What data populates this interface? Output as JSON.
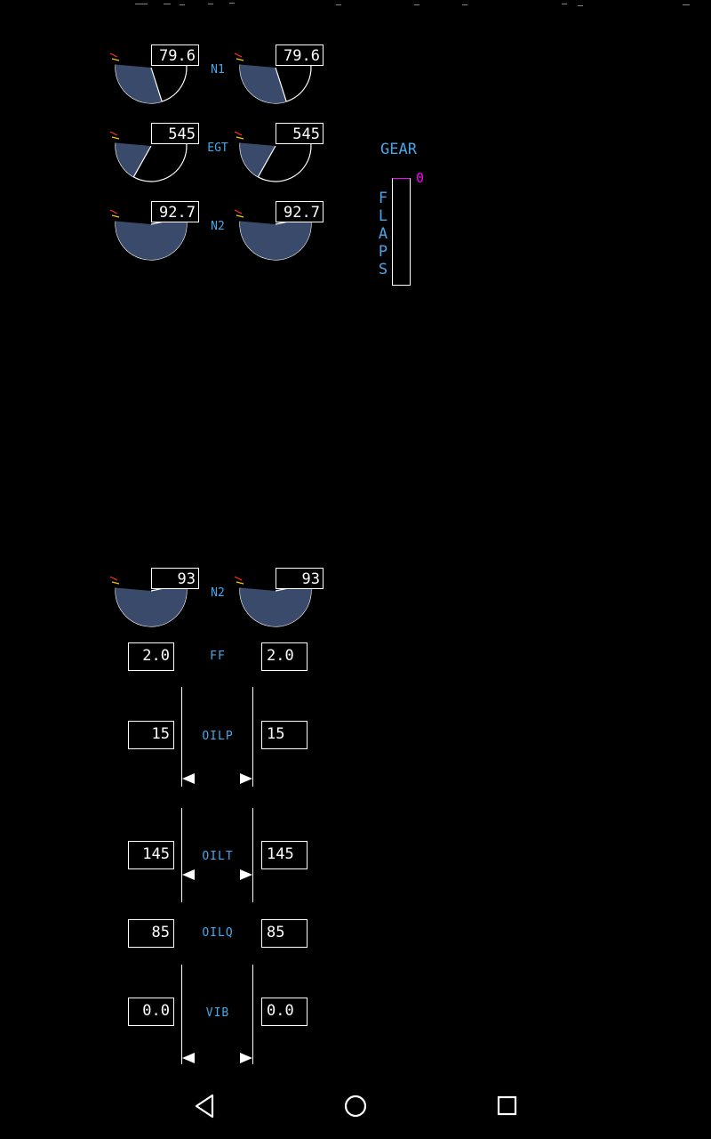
{
  "upper": {
    "n1": {
      "label": "N1",
      "left": "79.6",
      "right": "79.6",
      "left_fraction": 0.55,
      "right_fraction": 0.55
    },
    "egt": {
      "label": "EGT",
      "left": "545",
      "right": "545",
      "left_fraction": 0.32,
      "right_fraction": 0.32
    },
    "n2": {
      "label": "N2",
      "left": "92.7",
      "right": "92.7",
      "left_fraction": 0.96,
      "right_fraction": 0.96
    }
  },
  "gear": {
    "label": "GEAR"
  },
  "flaps": {
    "label_letters": [
      "F",
      "L",
      "A",
      "P",
      "S"
    ],
    "value": "0",
    "value_color": "#ff00ff"
  },
  "lower": {
    "n2": {
      "label": "N2",
      "left": "93",
      "right": "93",
      "left_fraction": 0.96,
      "right_fraction": 0.96
    },
    "ff": {
      "label": "FF",
      "left": "2.0",
      "right": "2.0"
    },
    "oilp": {
      "label": "OILP",
      "left": "15",
      "right": "15"
    },
    "oilt": {
      "label": "OILT",
      "left": "145",
      "right": "145"
    },
    "oilq": {
      "label": "OILQ",
      "left": "85",
      "right": "85"
    },
    "vib": {
      "label": "VIB",
      "left": "0.0",
      "right": "0.0"
    }
  },
  "nav": {
    "back_icon": "back-triangle-icon",
    "home_icon": "home-circle-icon",
    "recents_icon": "recents-square-icon"
  },
  "colors": {
    "label_blue": "#4aa6e8",
    "gauge_fill": "#3a4a6a",
    "redline": "#ff3030"
  }
}
